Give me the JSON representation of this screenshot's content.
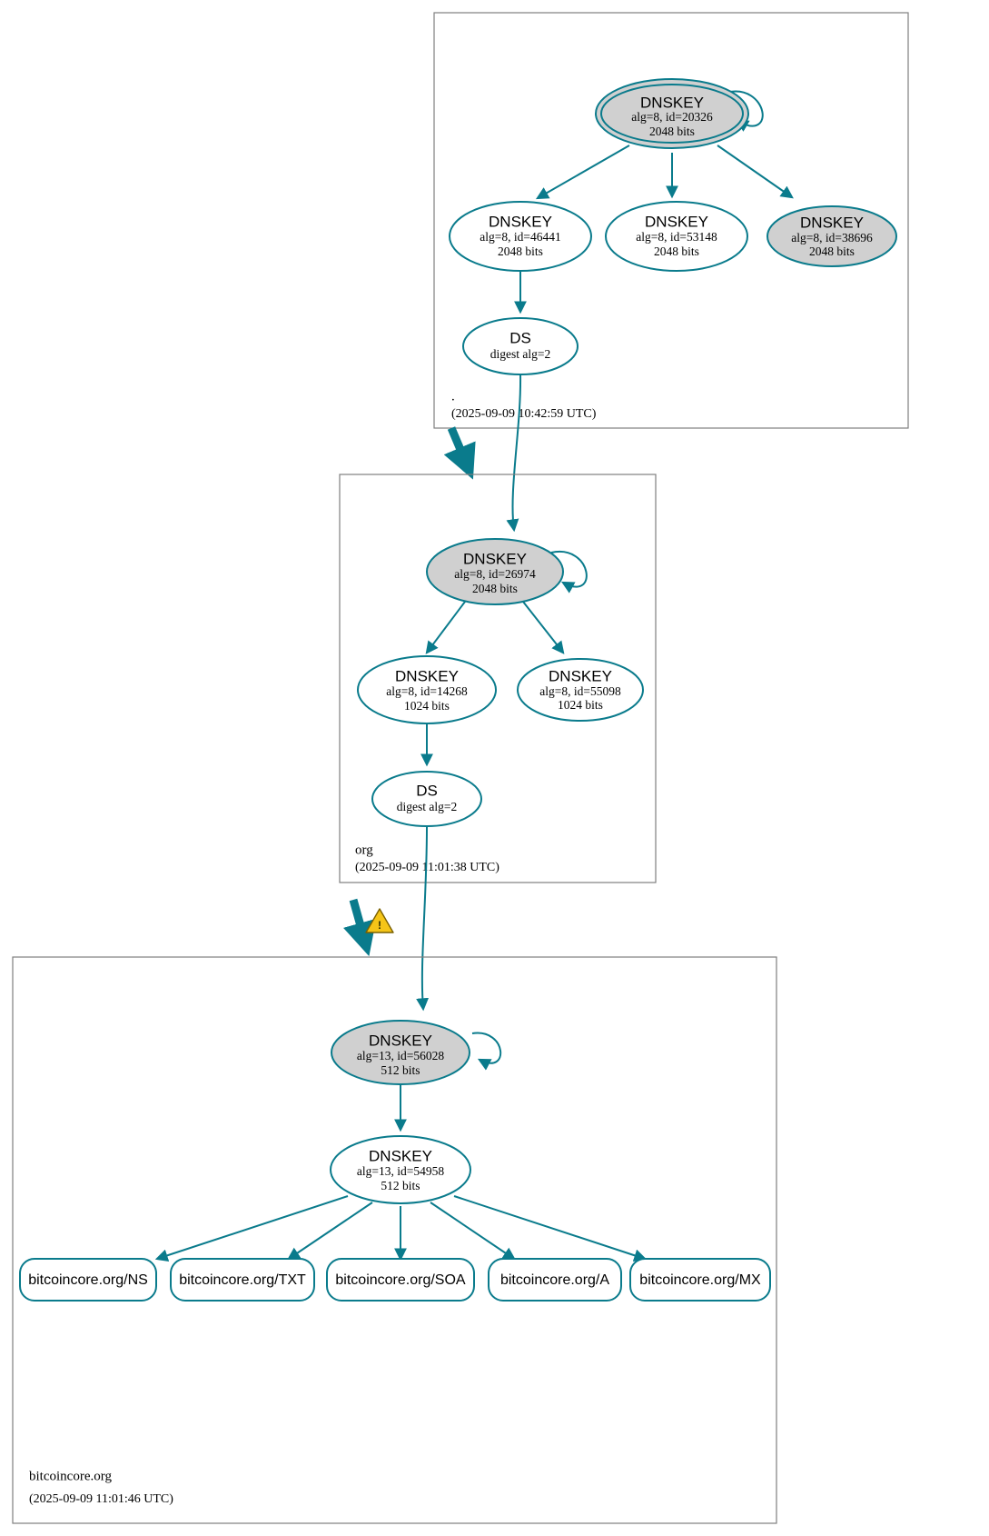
{
  "diagram": {
    "kind": "dnssec-authentication-chain",
    "accent_color": "#0a7b8c",
    "filled_node_color": "#d0d0d0",
    "zone_border_color": "#7f7f7f",
    "warning_color": "#f5c518"
  },
  "zones": [
    {
      "id": "root",
      "name": ".",
      "timestamp": "(2025-09-09 10:42:59 UTC)",
      "nodes": [
        {
          "id": "root-ksk",
          "type": "DNSKEY",
          "title": "DNSKEY",
          "line2": "alg=8, id=20326",
          "line3": "2048 bits",
          "style": "filled-double"
        },
        {
          "id": "root-zsk1",
          "type": "DNSKEY",
          "title": "DNSKEY",
          "line2": "alg=8, id=46441",
          "line3": "2048 bits",
          "style": "open"
        },
        {
          "id": "root-zsk2",
          "type": "DNSKEY",
          "title": "DNSKEY",
          "line2": "alg=8, id=53148",
          "line3": "2048 bits",
          "style": "open"
        },
        {
          "id": "root-zsk3",
          "type": "DNSKEY",
          "title": "DNSKEY",
          "line2": "alg=8, id=38696",
          "line3": "2048 bits",
          "style": "filled"
        },
        {
          "id": "root-ds",
          "type": "DS",
          "title": "DS",
          "line2": "digest alg=2",
          "line3": "",
          "style": "open"
        }
      ]
    },
    {
      "id": "org",
      "name": "org",
      "timestamp": "(2025-09-09 11:01:38 UTC)",
      "nodes": [
        {
          "id": "org-ksk",
          "type": "DNSKEY",
          "title": "DNSKEY",
          "line2": "alg=8, id=26974",
          "line3": "2048 bits",
          "style": "filled"
        },
        {
          "id": "org-zsk1",
          "type": "DNSKEY",
          "title": "DNSKEY",
          "line2": "alg=8, id=14268",
          "line3": "1024 bits",
          "style": "open"
        },
        {
          "id": "org-zsk2",
          "type": "DNSKEY",
          "title": "DNSKEY",
          "line2": "alg=8, id=55098",
          "line3": "1024 bits",
          "style": "open"
        },
        {
          "id": "org-ds",
          "type": "DS",
          "title": "DS",
          "line2": "digest alg=2",
          "line3": "",
          "style": "open"
        }
      ]
    },
    {
      "id": "bitcoincore",
      "name": "bitcoincore.org",
      "timestamp": "(2025-09-09 11:01:46 UTC)",
      "nodes": [
        {
          "id": "bc-ksk",
          "type": "DNSKEY",
          "title": "DNSKEY",
          "line2": "alg=13, id=56028",
          "line3": "512 bits",
          "style": "filled"
        },
        {
          "id": "bc-zsk",
          "type": "DNSKEY",
          "title": "DNSKEY",
          "line2": "alg=13, id=54958",
          "line3": "512 bits",
          "style": "open"
        }
      ],
      "rrsets": [
        {
          "id": "rr-ns",
          "label": "bitcoincore.org/NS"
        },
        {
          "id": "rr-txt",
          "label": "bitcoincore.org/TXT"
        },
        {
          "id": "rr-soa",
          "label": "bitcoincore.org/SOA"
        },
        {
          "id": "rr-a",
          "label": "bitcoincore.org/A"
        },
        {
          "id": "rr-mx",
          "label": "bitcoincore.org/MX"
        }
      ]
    }
  ],
  "warnings": [
    {
      "id": "org-to-bitcoincore-warning",
      "icon": "warning-triangle-icon",
      "glyph": "!"
    }
  ]
}
